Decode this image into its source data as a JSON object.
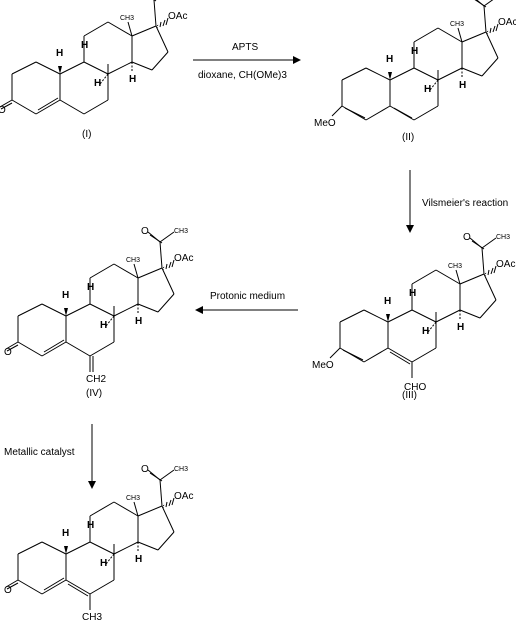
{
  "compounds": [
    {
      "id": "I",
      "label": "(I)",
      "sub_group": ""
    },
    {
      "id": "II",
      "label": "(II)",
      "sub_group": ""
    },
    {
      "id": "III",
      "label": "(III)",
      "sub_group": "CHO"
    },
    {
      "id": "IV",
      "label": "(IV)",
      "sub_group": "CH2"
    },
    {
      "id": "V",
      "label": "",
      "sub_group": "CH3"
    }
  ],
  "atoms": {
    "methyl": "CH3",
    "acetyl_methyl": "CH3",
    "oacetate": "OAc",
    "oxygen": "O",
    "methoxy": "MeO",
    "hydrogen": "H"
  },
  "steps": [
    {
      "reagent": "APTS",
      "conditions": "dioxane, CH(OMe)3"
    },
    {
      "reagent": "Vilsmeier's reaction",
      "conditions": ""
    },
    {
      "reagent": "Protonic medium",
      "conditions": ""
    },
    {
      "reagent": "Metallic catalyst",
      "conditions": ""
    }
  ],
  "colors": {
    "ink": "#000000",
    "background": "#ffffff"
  }
}
